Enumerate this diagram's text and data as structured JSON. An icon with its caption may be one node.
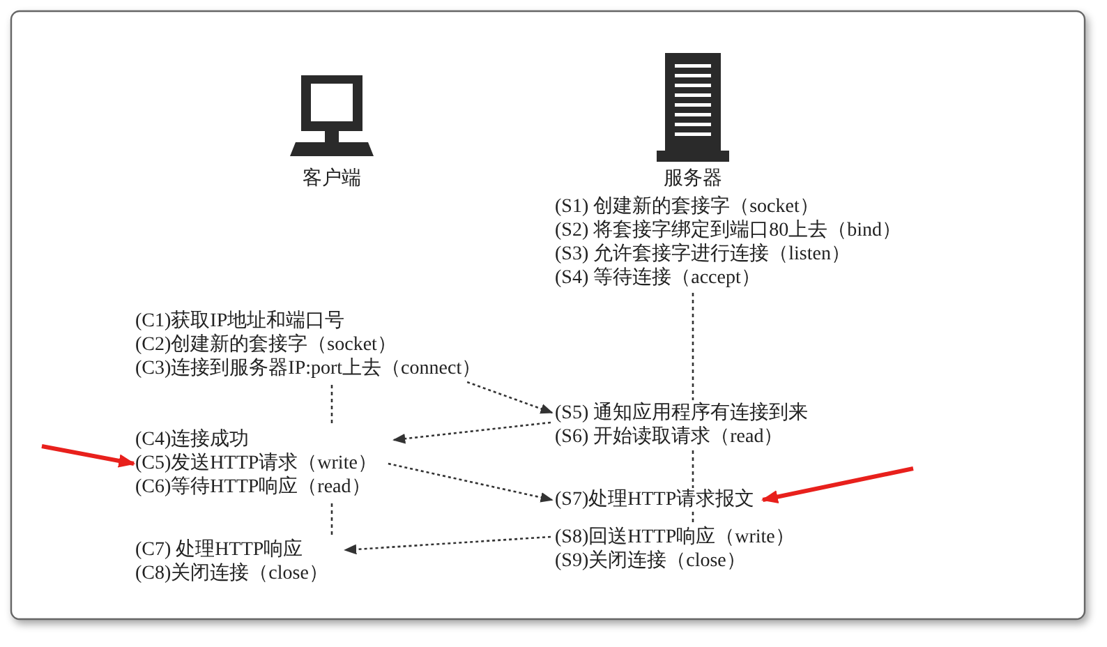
{
  "diagram": {
    "nodes": [
      {
        "text": [
          "客户端"
        ]
      },
      {
        "text": [
          "服务器"
        ]
      },
      {
        "text": [
          "(C1)获取IP地址和端口号",
          "(C2)创建新的套接字（socket）",
          "(C3)连接到服务器IP:port上去（connect）"
        ]
      },
      {
        "text": [
          "(C4)连接成功",
          "(C5)发送HTTP请求（write）",
          "(C6)等待HTTP响应（read）"
        ]
      },
      {
        "text": [
          "(C7) 处理HTTP响应",
          "(C8)关闭连接（close）"
        ]
      },
      {
        "text": [
          "(S1) 创建新的套接字（socket）",
          "(S2) 将套接字绑定到端口80上去（bind）",
          "(S3) 允许套接字进行连接（listen）",
          "(S4) 等待连接（accept）"
        ]
      },
      {
        "text": [
          "(S5) 通知应用程序有连接到来",
          "(S6) 开始读取请求（read）"
        ]
      },
      {
        "text": [
          "(S7)处理HTTP请求报文"
        ]
      },
      {
        "text": [
          "(S8)回送HTTP响应（write）",
          "(S9)关闭连接（close）"
        ]
      }
    ],
    "edges": [
      {
        "from": 2,
        "to": 3,
        "arrow": "none",
        "style": "dashed"
      },
      {
        "from": 3,
        "to": 4,
        "arrow": "none",
        "style": "dashed"
      },
      {
        "from": 5,
        "to": 6,
        "arrow": "none",
        "style": "dashed"
      },
      {
        "from": 6,
        "to": 7,
        "arrow": "none",
        "style": "dashed"
      },
      {
        "from": 7,
        "to": 8,
        "arrow": "none",
        "style": "dashed"
      },
      {
        "from": 2,
        "to": 6,
        "arrow": "to",
        "style": "dashed"
      },
      {
        "from": 6,
        "to": 3,
        "arrow": "to",
        "style": "dashed"
      },
      {
        "from": 3,
        "to": 7,
        "arrow": "to",
        "style": "dashed"
      },
      {
        "from": 8,
        "to": 4,
        "arrow": "to",
        "style": "dashed"
      },
      {
        "from": null,
        "to": 3,
        "arrow": "to",
        "style": "thick",
        "color": "#e8201c"
      },
      {
        "from": null,
        "to": 7,
        "arrow": "to",
        "style": "thick",
        "color": "#e8201c"
      }
    ]
  }
}
